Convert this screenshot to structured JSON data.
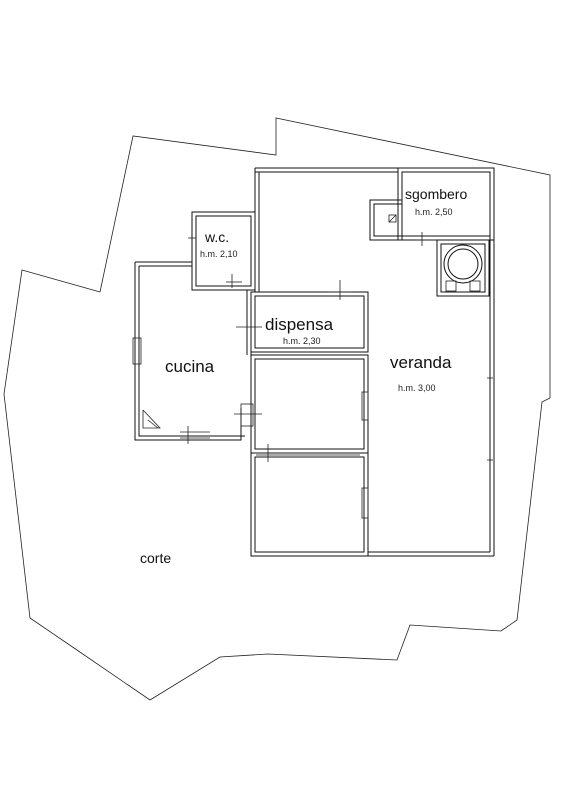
{
  "rooms": {
    "wc": {
      "name": "w.c.",
      "height": "h.m. 2,10"
    },
    "sgombero": {
      "name": "sgombero",
      "height": "h.m. 2,50"
    },
    "dispensa": {
      "name": "dispensa",
      "height": "h.m. 2,30"
    },
    "cucina": {
      "name": "cucina"
    },
    "veranda": {
      "name": "veranda",
      "height": "h.m. 3,00"
    },
    "corte": {
      "name": "corte"
    }
  }
}
